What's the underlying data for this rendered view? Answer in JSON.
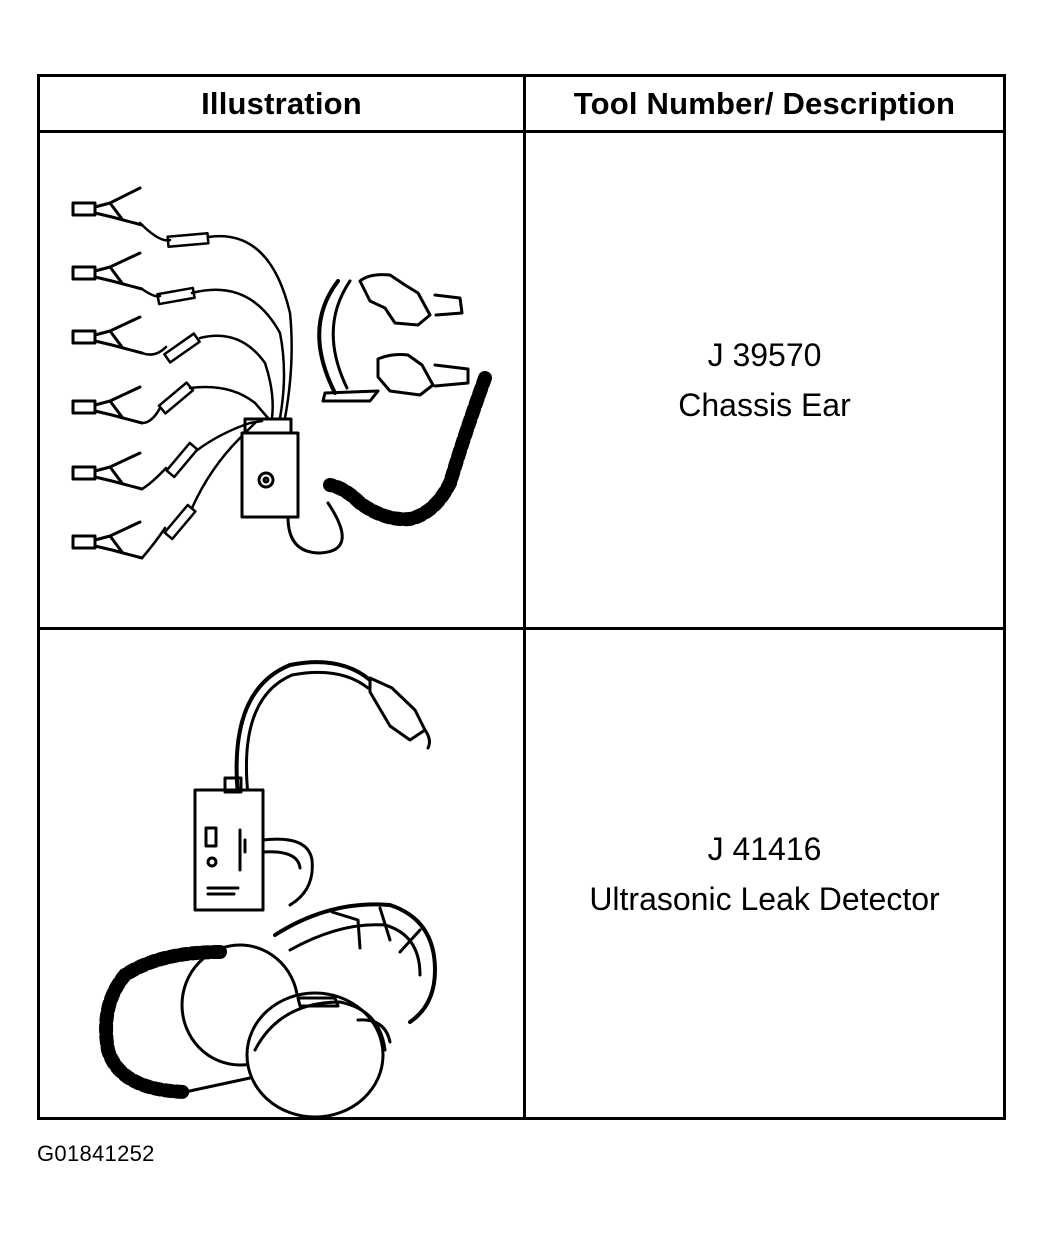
{
  "table": {
    "headers": {
      "illustration": "Illustration",
      "tool": "Tool Number/ Description"
    },
    "rows": [
      {
        "tool_number": "J 39570",
        "description": "Chassis Ear",
        "illustration_icon": "chassis-ear-tool-icon"
      },
      {
        "tool_number": "J 41416",
        "description": "Ultrasonic Leak Detector",
        "illustration_icon": "ultrasonic-leak-detector-icon"
      }
    ]
  },
  "figure_id": "G01841252"
}
